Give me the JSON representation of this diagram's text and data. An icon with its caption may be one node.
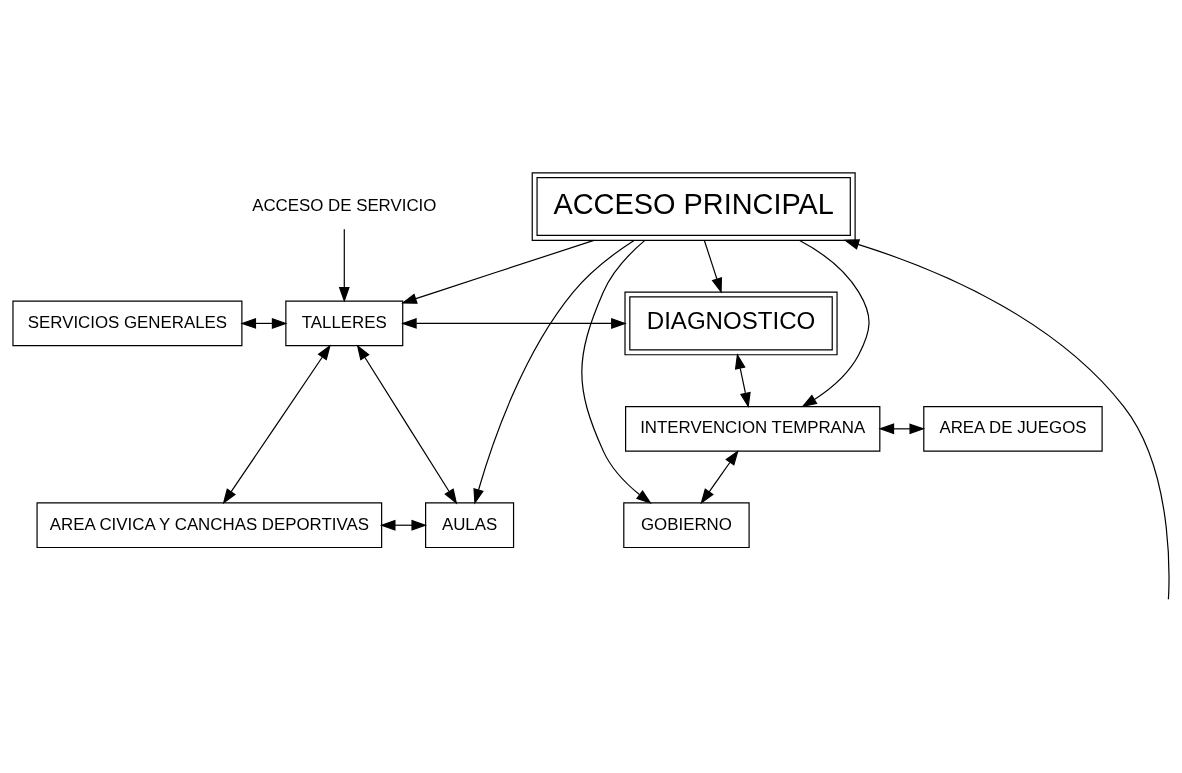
{
  "diagram": {
    "nodes": [
      {
        "text": [
          "SERVICIOS GENERALES"
        ]
      },
      {
        "text": [
          "TALLERES"
        ]
      },
      {
        "text": [
          "DIAGNOSTICO"
        ]
      },
      {
        "text": [
          "INTERVENCION TEMPRANA"
        ]
      },
      {
        "text": [
          "AREA DE JUEGOS"
        ]
      },
      {
        "text": [
          "AREA CIVICA Y CANCHAS DEPORTIVAS"
        ]
      },
      {
        "text": [
          "AULAS"
        ]
      },
      {
        "text": [
          "GOBIERNO"
        ]
      },
      {
        "text": [
          "ACCESO PRINCIPAL"
        ]
      },
      {
        "text": [
          "ACCESO DE SERVICIO"
        ]
      }
    ],
    "edges": [
      {
        "from": 9,
        "to": 1,
        "arrow": "to"
      },
      {
        "from": 0,
        "to": 1,
        "arrow": "both"
      },
      {
        "from": 1,
        "to": 2,
        "arrow": "both"
      },
      {
        "from": 2,
        "to": 3,
        "arrow": "both"
      },
      {
        "from": 3,
        "to": 4,
        "arrow": "both"
      },
      {
        "from": 1,
        "to": 5,
        "arrow": "both"
      },
      {
        "from": 1,
        "to": 6,
        "arrow": "both"
      },
      {
        "from": 5,
        "to": 6,
        "arrow": "both"
      },
      {
        "from": 3,
        "to": 7,
        "arrow": "both"
      },
      {
        "from": 8,
        "to": 1,
        "arrow": "to"
      },
      {
        "from": 8,
        "to": 2,
        "arrow": "to"
      },
      {
        "from": 8,
        "to": 3,
        "arrow": "to"
      },
      {
        "from": 8,
        "to": 6,
        "arrow": "to"
      },
      {
        "from": 8,
        "to": 7,
        "arrow": "to"
      },
      {
        "from": null,
        "to": 8,
        "arrow": "to"
      }
    ]
  }
}
